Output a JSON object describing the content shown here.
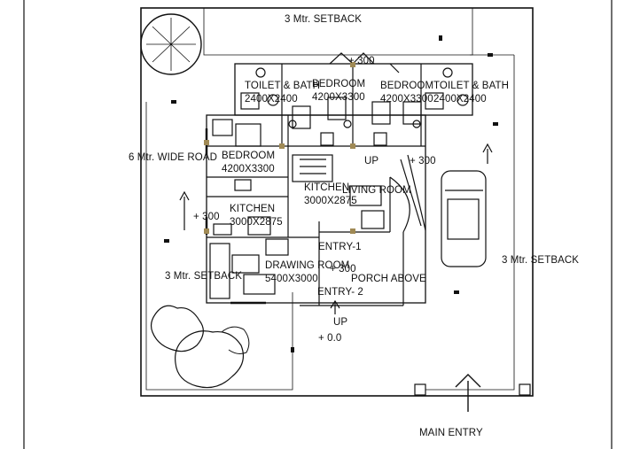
{
  "labels": {
    "setback_top": "3 Mtr. SETBACK",
    "setback_right": "3 Mtr. SETBACK",
    "setback_left": "3 Mtr. SETBACK",
    "road": "6 Mtr. WIDE ROAD",
    "toilet_left": "TOILET & BATH",
    "toilet_left_dim": "2400X2400",
    "bedroom_top_left": "BEDROOM",
    "bedroom_top_left_dim": "4200X3300",
    "bedroom_top_right": "BEDROOM",
    "bedroom_top_right_dim": "4200X3300",
    "toilet_right": "TOILET & BATH",
    "toilet_right_dim": "2400X2400",
    "level_top": "+ 300",
    "bedroom_left": "BEDROOM",
    "bedroom_left_dim": "4200X3300",
    "up_upper": "UP",
    "level_upper_right": "+ 300",
    "kitchen_center": "KITCHEN",
    "kitchen_center_dim": "3000X2875",
    "living_room": "LIVING ROOM",
    "kitchen_left": "KITCHEN",
    "kitchen_left_dim": "3000X2875",
    "level_left": "+ 300",
    "entry_1": "ENTRY-1",
    "drawing_room": "DRAWING ROOM",
    "drawing_room_dim": "5400X3000",
    "level_porch": "+ 300",
    "porch_above": "PORCH ABOVE",
    "entry_2": "ENTRY- 2",
    "up_lower": "UP",
    "level_ground": "+ 0.0",
    "main_entry": "MAIN ENTRY"
  },
  "colors": {
    "line": "#111111",
    "door_marker": "#a08a55"
  }
}
